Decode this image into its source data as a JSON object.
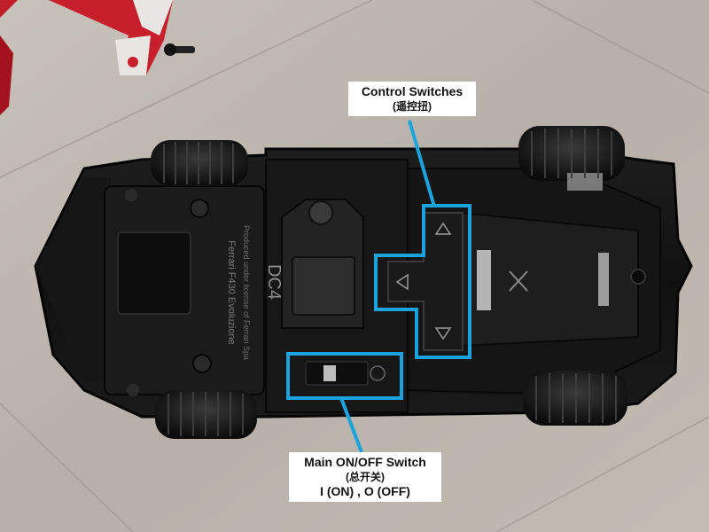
{
  "callouts": {
    "control_switches": {
      "title": "Control Switches",
      "subtitle": "(遥控扭)"
    },
    "main_switch": {
      "title": "Main ON/OFF Switch",
      "subtitle": "(总开关)",
      "detail": "I (ON) , O (OFF)"
    }
  },
  "car_markings": {
    "model_code": "DC4",
    "side_text": "Ferrari F430 Evoluzione",
    "license_text": "Produced under license of Ferrari Spa"
  },
  "colors": {
    "highlight": "#1aa3dc",
    "floor": "#b9b3ab",
    "car_body": "#141414"
  }
}
